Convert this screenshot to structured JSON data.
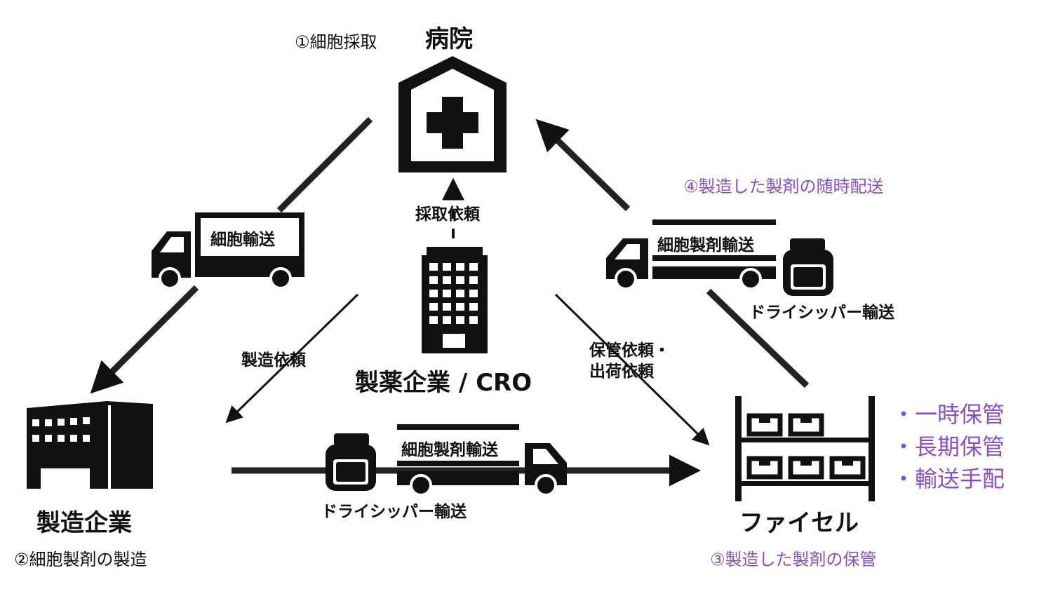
{
  "nodes": {
    "hospital": {
      "label": "病院",
      "step": "①細胞採取"
    },
    "pharma": {
      "label": "製薬企業 / CRO"
    },
    "manufacturer": {
      "label": "製造企業",
      "step": "②細胞製剤の製造"
    },
    "ficell": {
      "label": "ファイセル",
      "step": "③製造した製剤の保管"
    }
  },
  "edges": {
    "hospital_to_manufacturer": {
      "truck_label": "細胞輸送"
    },
    "ficell_to_hospital": {
      "truck_label": "細胞製剤輸送",
      "method": "ドライシッパー輸送",
      "step": "④製造した製剤の随時配送"
    },
    "manufacturer_to_ficell": {
      "truck_label": "細胞製剤輸送",
      "method": "ドライシッパー輸送"
    },
    "pharma_to_hospital": {
      "label": "採取依頼"
    },
    "pharma_to_manufacturer": {
      "label": "製造依頼"
    },
    "pharma_to_ficell": {
      "label_line1": "保管依頼・",
      "label_line2": "出荷依頼"
    }
  },
  "services": [
    "・一時保管",
    "・長期保管",
    "・輸送手配"
  ],
  "colors": {
    "accent": "#8a4fc4",
    "ink": "#111111"
  },
  "icons": [
    "hospital-icon",
    "office-building-icon",
    "factory-icon",
    "warehouse-shelf-icon",
    "truck-icon",
    "dry-shipper-icon"
  ]
}
